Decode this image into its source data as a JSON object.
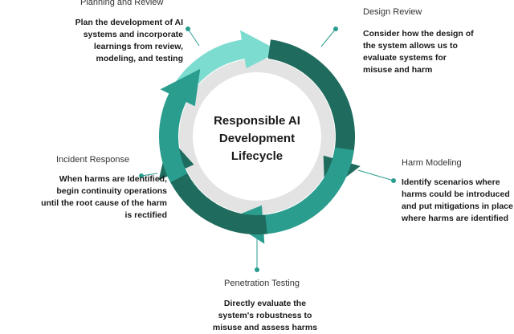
{
  "center": {
    "line1": "Responsible AI",
    "line2": "Development",
    "line3": "Lifecycle"
  },
  "stages": {
    "planning": {
      "title": "Planning and Review",
      "desc": [
        "Plan the development of AI",
        "systems and incorporate",
        "learnings from review,",
        "modeling, and testing"
      ]
    },
    "design": {
      "title": "Design Review",
      "desc": [
        "Consider how the design of",
        "the system allows us to",
        "evaluate systems for",
        "misuse and harm"
      ]
    },
    "harm": {
      "title": "Harm Modeling",
      "desc": [
        "Identify scenarios where",
        "harms could be introduced",
        "and put mitigations in place",
        "where harms are identified"
      ]
    },
    "penetration": {
      "title": "Penetration Testing",
      "desc": [
        "Directly evaluate the",
        "system's robustness to",
        "misuse and assess harms"
      ]
    },
    "incident": {
      "title": "Incident Response",
      "desc": [
        "When harms are Identified,",
        "begin continuity operations",
        "until the root cause of the  harm",
        "is rectified"
      ]
    }
  },
  "colors": {
    "ring_light": "#7ddcd0",
    "ring_mid": "#2a9d8f",
    "ring_dark": "#1f6b5e",
    "inner_ring": "#e3e3e3",
    "center_fill": "#ffffff",
    "connector": "#2a9d8f"
  }
}
